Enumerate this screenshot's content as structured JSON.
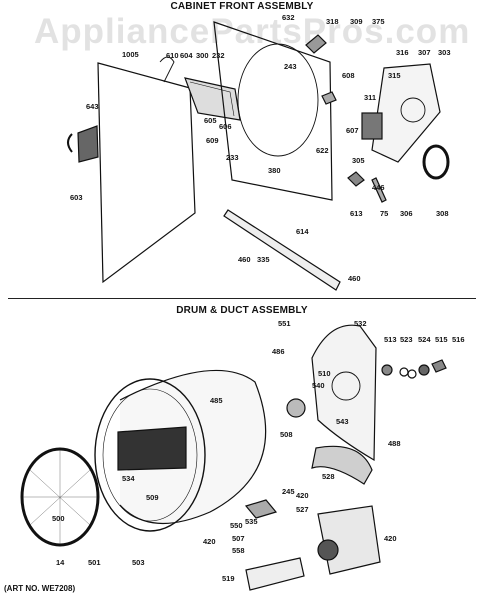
{
  "watermark": "AppliancePartsPros.com",
  "cabinet": {
    "title": "CABINET FRONT ASSEMBLY",
    "parts": [
      "1005",
      "610",
      "604",
      "300",
      "232",
      "643",
      "603",
      "605",
      "606",
      "609",
      "632",
      "318",
      "309",
      "375",
      "243",
      "608",
      "316",
      "307",
      "303",
      "315",
      "311",
      "607",
      "233",
      "380",
      "622",
      "305",
      "446",
      "613",
      "75",
      "306",
      "308",
      "614",
      "460",
      "335",
      "460"
    ]
  },
  "drum": {
    "title": "DRUM & DUCT ASSEMBLY",
    "parts": [
      "551",
      "532",
      "486",
      "510",
      "540",
      "543",
      "485",
      "508",
      "513",
      "523",
      "524",
      "515",
      "516",
      "488",
      "534",
      "509",
      "528",
      "245",
      "420",
      "527",
      "500",
      "535",
      "550",
      "507",
      "558",
      "420",
      "420",
      "14",
      "501",
      "503",
      "519"
    ]
  },
  "art_number": "(ART NO. WE7208)"
}
